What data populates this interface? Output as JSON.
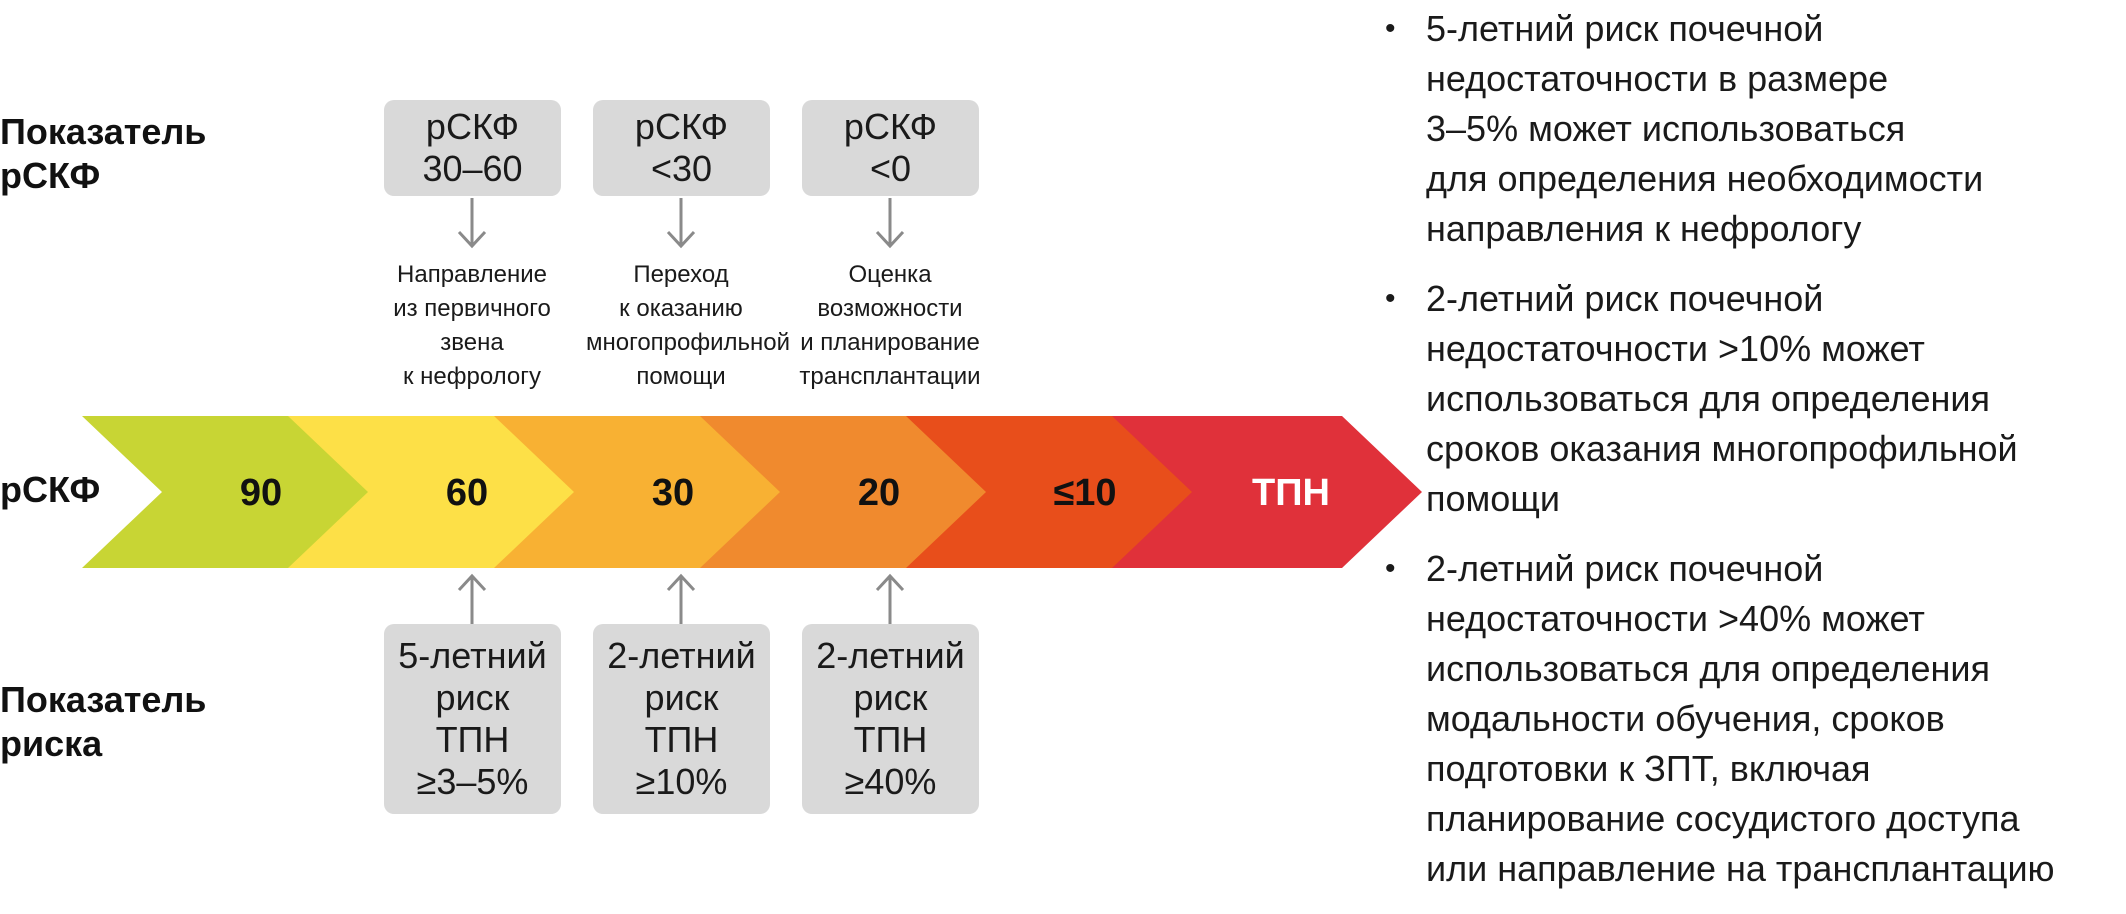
{
  "row_labels": {
    "egfr_indicator": "Показатель\nрСКФ",
    "egfr": "рСКФ",
    "risk_indicator": "Показатель\nриска"
  },
  "chevrons": [
    {
      "label": "90",
      "color": "#c8d534",
      "text_color": "#111111"
    },
    {
      "label": "60",
      "color": "#fde047",
      "text_color": "#111111"
    },
    {
      "label": "30",
      "color": "#f8b133",
      "text_color": "#111111"
    },
    {
      "label": "20",
      "color": "#f08a2e",
      "text_color": "#111111"
    },
    {
      "label": "≤10",
      "color": "#e84e1b",
      "text_color": "#111111"
    },
    {
      "label": "ТПН",
      "color": "#e0313a",
      "text_color": "#ffffff"
    }
  ],
  "top_boxes": [
    {
      "line1": "рСКФ",
      "line2": "30–60"
    },
    {
      "line1": "рСКФ",
      "line2": "<30"
    },
    {
      "line1": "рСКФ",
      "line2": "<0"
    }
  ],
  "top_notes": [
    [
      "Направление",
      "из первичного",
      "звена",
      "к нефрологу"
    ],
    [
      "Переход",
      "к оказанию",
      "многопрофильной",
      "помощи"
    ],
    [
      "Оценка",
      "возможности",
      "и планирование",
      "трансплантации"
    ]
  ],
  "bottom_boxes": [
    [
      "5-летний",
      "риск",
      "ТПН",
      "≥3–5%"
    ],
    [
      "2-летний",
      "риск",
      "ТПН",
      "≥10%"
    ],
    [
      "2-летний",
      "риск",
      "ТПН",
      "≥40%"
    ]
  ],
  "bullets": [
    "5-летний риск почечной\nнедостаточности в размере\n3–5% может использоваться\nдля определения необходимости\nнаправления к нефрологу",
    "2-летний риск почечной\nнедостаточности >10% может\nиспользоваться для определения\nсроков оказания многопрофильной\nпомощи",
    "2-летний риск почечной\nнедостаточности >40% может\nиспользоваться для определения\nмодальности обучения, сроков\nподготовки к ЗПТ, включая\nпланирование сосудистого доступа\nили направление на трансплантацию"
  ],
  "colors": {
    "box_gray": "#d9d9d9",
    "arrow_gray": "#8a8a8a"
  }
}
